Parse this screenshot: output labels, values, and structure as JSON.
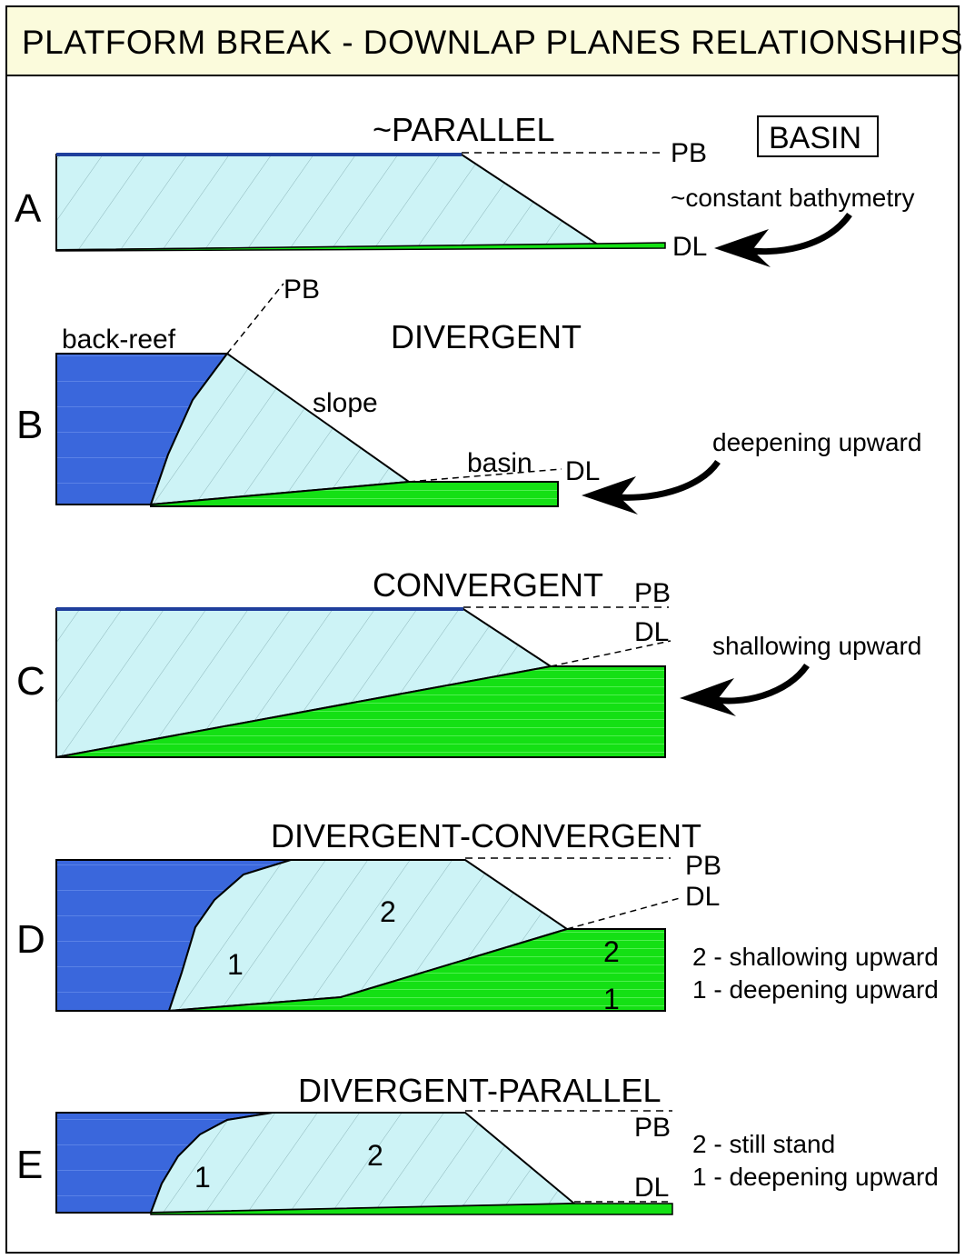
{
  "title": "PLATFORM BREAK - DOWNLAP PLANES RELATIONSHIPS",
  "colors": {
    "header_bg": "#fbfbdc",
    "slope": "#cdf3f6",
    "backreef": "#3a67dc",
    "basin": "#14e014",
    "outline": "#000000"
  },
  "basin_box": "BASIN",
  "panels": {
    "A": {
      "letter": "A",
      "heading": "~PARALLEL",
      "pb": "PB",
      "dl": "DL",
      "note": "~constant bathymetry"
    },
    "B": {
      "letter": "B",
      "heading": "DIVERGENT",
      "pb": "PB",
      "dl": "DL",
      "backreef": "back-reef",
      "slope": "slope",
      "basin": "basin",
      "note": "deepening upward"
    },
    "C": {
      "letter": "C",
      "heading": "CONVERGENT",
      "pb": "PB",
      "dl": "DL",
      "note": "shallowing upward"
    },
    "D": {
      "letter": "D",
      "heading": "DIVERGENT-CONVERGENT",
      "pb": "PB",
      "dl": "DL",
      "zone1": "1",
      "zone2": "2",
      "basin1": "1",
      "basin2": "2",
      "legend2": "2 - shallowing upward",
      "legend1": "1 - deepening upward"
    },
    "E": {
      "letter": "E",
      "heading": "DIVERGENT-PARALLEL",
      "pb": "PB",
      "dl": "DL",
      "zone1": "1",
      "zone2": "2",
      "legend2": "2 - still stand",
      "legend1": "1 - deepening upward"
    }
  }
}
